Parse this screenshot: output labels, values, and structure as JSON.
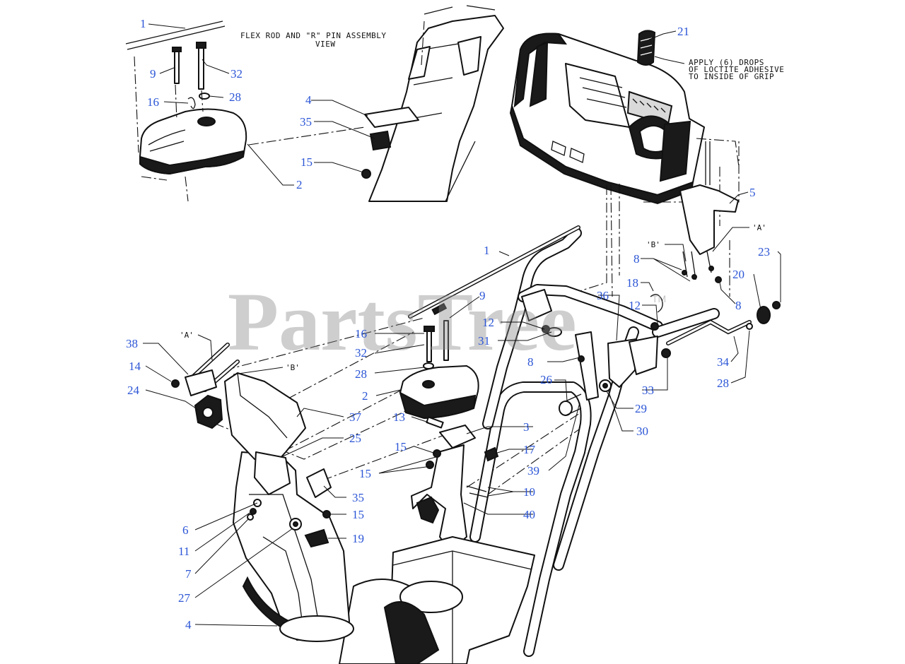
{
  "watermark": {
    "text": "PartsTree",
    "trademark": "TM"
  },
  "notes": {
    "inset_title_line1": "FLEX ROD AND \"R\" PIN ASSEMBLY",
    "inset_title_line2": "VIEW",
    "adhesive_line1": "APPLY (6) DROPS",
    "adhesive_line2": "OF LOCTITE ADHESIVE",
    "adhesive_line3": "TO INSIDE OF GRIP"
  },
  "refs": {
    "a_top": "'A'",
    "b_top": "'B'",
    "a_left": "'A'",
    "b_left": "'B'"
  },
  "callouts": {
    "inset_1": "1",
    "inset_9": "9",
    "inset_32": "32",
    "inset_16": "16",
    "inset_28": "28",
    "inset_2": "2",
    "inset_4": "4",
    "inset_35": "35",
    "inset_15": "15",
    "c21": "21",
    "c5": "5",
    "c8_a": "8",
    "c23": "23",
    "c20": "20",
    "c8_b": "8",
    "c18": "18",
    "c12_a": "12",
    "c36": "36",
    "c34": "34",
    "c28_r": "28",
    "c33": "33",
    "c29": "29",
    "c30": "30",
    "c1": "1",
    "c9": "9",
    "c16": "16",
    "c12_b": "12",
    "c31": "31",
    "c32": "32",
    "c8_c": "8",
    "c28": "28",
    "c26": "26",
    "c2": "2",
    "c13": "13",
    "c3": "3",
    "c15_a": "15",
    "c17": "17",
    "c15_b": "15",
    "c39": "39",
    "c10": "10",
    "c40": "40",
    "c38": "38",
    "c14": "14",
    "c24": "24",
    "c37": "37",
    "c25": "25",
    "c35": "35",
    "c15_c": "15",
    "c19": "19",
    "c6": "6",
    "c11": "11",
    "c7": "7",
    "c27": "27",
    "c4": "4"
  }
}
